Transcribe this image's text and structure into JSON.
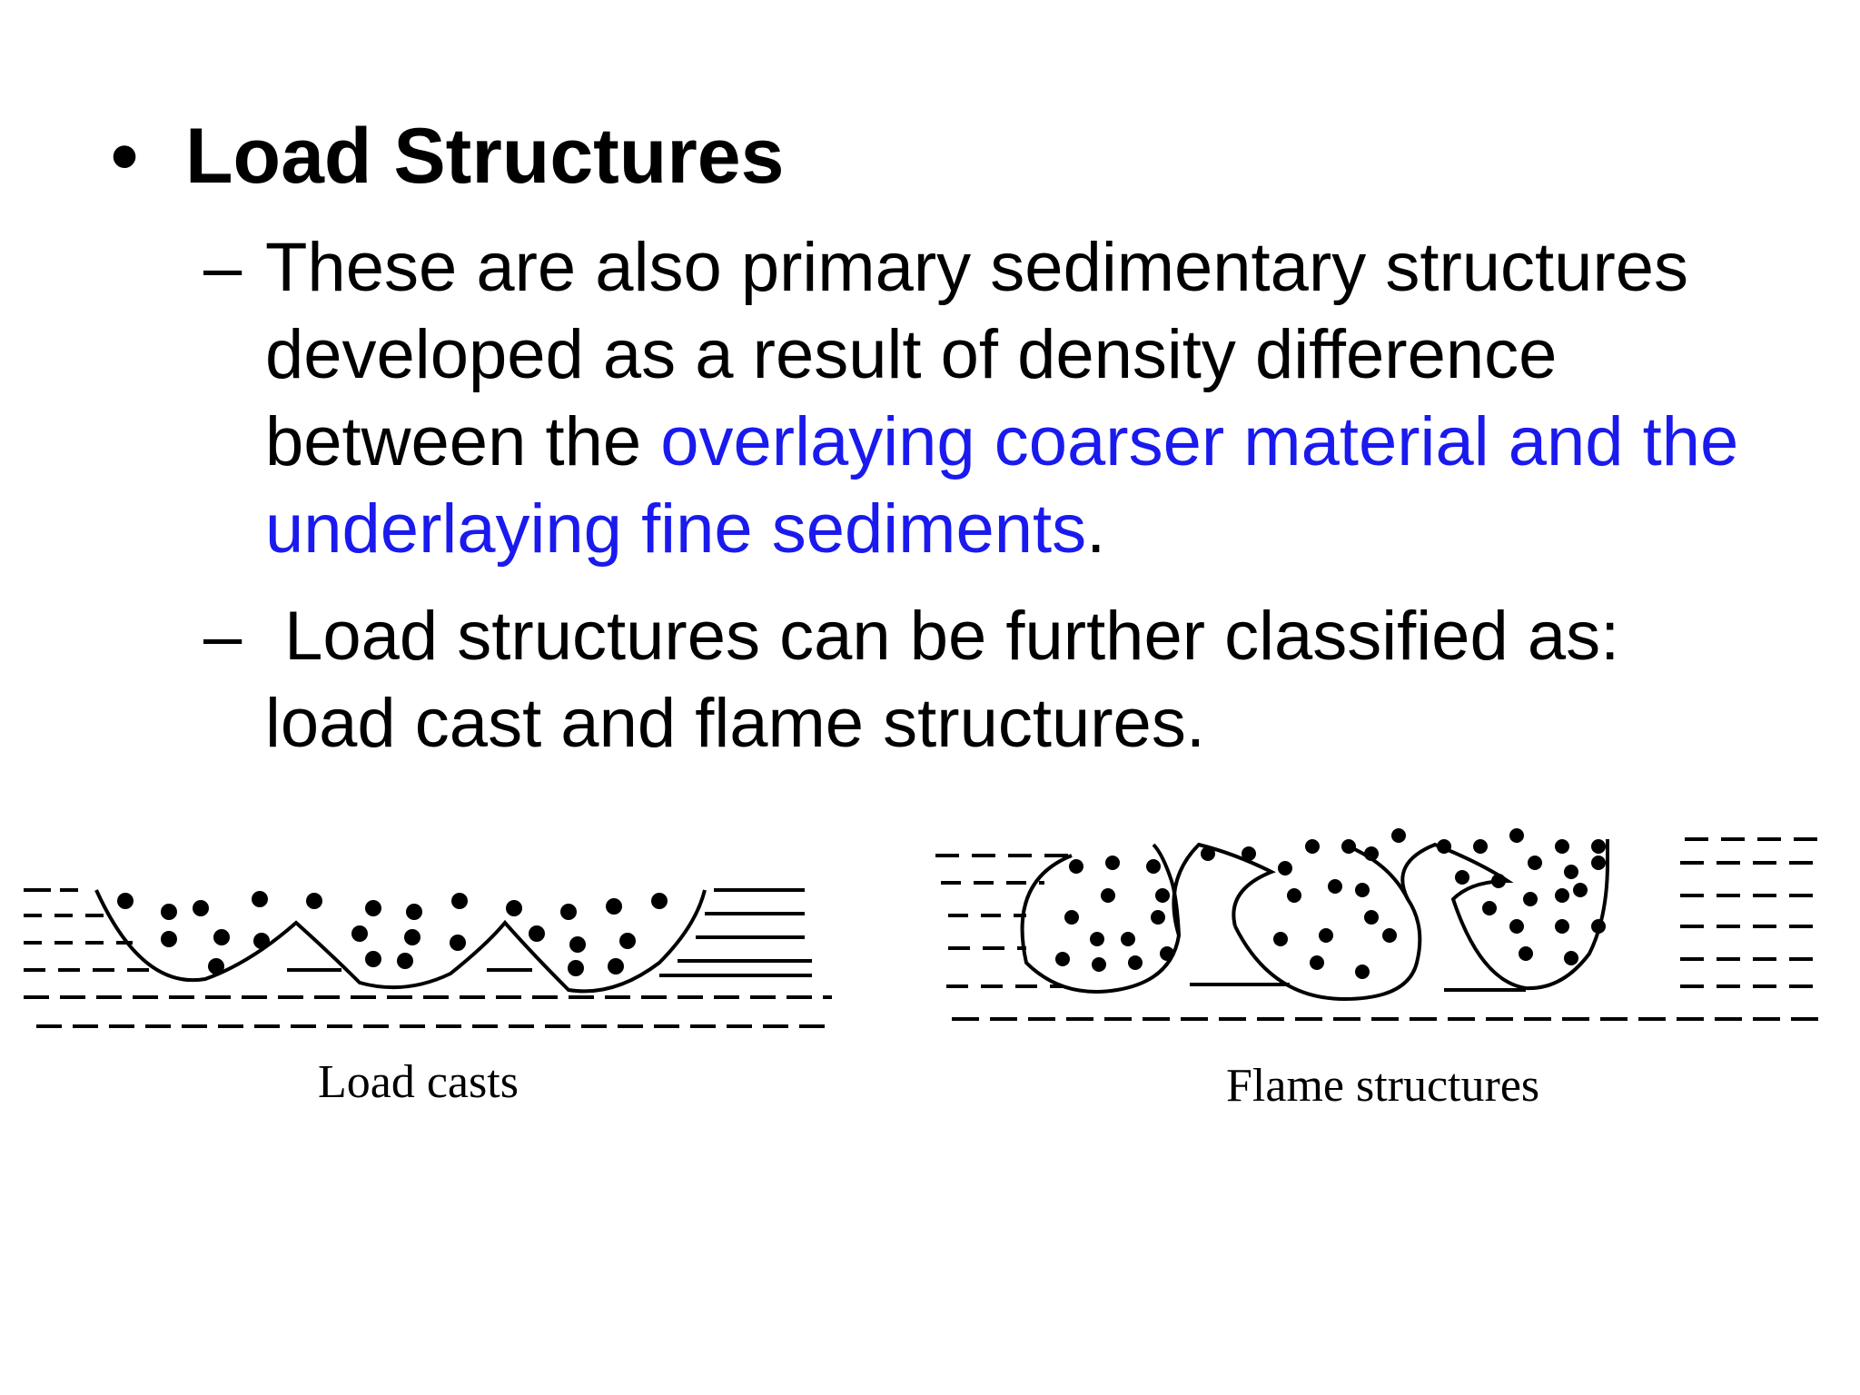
{
  "slide": {
    "heading": {
      "bullet": "•",
      "text": "Load Structures"
    },
    "points": [
      {
        "dash": "–",
        "text_before": "These are also primary sedimentary structures developed as a result of density difference between the ",
        "highlight": "overlaying coarser material and the underlaying fine sediments",
        "text_after": ".",
        "highlight_color": "#1a1aee"
      },
      {
        "dash": "–",
        "text": " Load structures can be further classified as: load cast and flame structures."
      }
    ],
    "figures": {
      "load_casts_caption": "Load casts",
      "flame_structures_caption": "Flame structures"
    }
  }
}
